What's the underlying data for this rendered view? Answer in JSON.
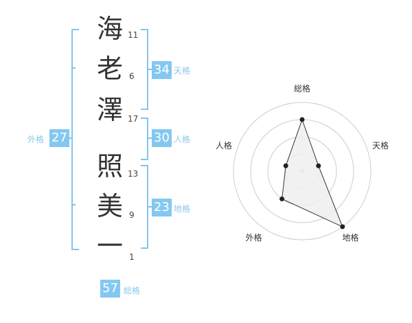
{
  "name_chars": [
    {
      "char": "海",
      "strokes": "11"
    },
    {
      "char": "老",
      "strokes": "6"
    },
    {
      "char": "澤",
      "strokes": "17"
    },
    {
      "char": "照",
      "strokes": "13"
    },
    {
      "char": "美",
      "strokes": "9"
    },
    {
      "char": "一",
      "strokes": "1"
    }
  ],
  "fortunes": {
    "tenkaku": {
      "value": "34",
      "label": "天格"
    },
    "jinkaku": {
      "value": "30",
      "label": "人格"
    },
    "chikaku": {
      "value": "23",
      "label": "地格"
    },
    "gaikaku": {
      "value": "27",
      "label": "外格"
    },
    "soukaku": {
      "value": "57",
      "label": "総格"
    }
  },
  "colors": {
    "accent": "#84c8f0",
    "bracket": "#84c4ec",
    "text": "#333333"
  },
  "chart_data": {
    "type": "radar",
    "axes": [
      "総格",
      "天格",
      "地格",
      "外格",
      "人格"
    ],
    "rings": 4,
    "max": 4,
    "values": [
      3,
      1,
      4,
      2,
      1
    ]
  }
}
